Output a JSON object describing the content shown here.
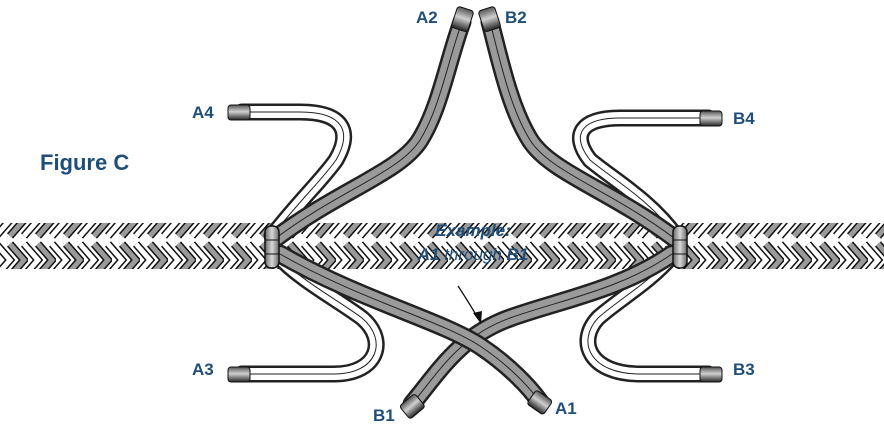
{
  "figure": {
    "title": "Figure C"
  },
  "labels": {
    "a1": "A1",
    "a2": "A2",
    "a3": "A3",
    "a4": "A4",
    "b1": "B1",
    "b2": "B2",
    "b3": "B3",
    "b4": "B4"
  },
  "example": {
    "heading": "Example:",
    "from": "A1",
    "middle": "through",
    "to": "B1"
  },
  "colors": {
    "label_text": "#1f4e79",
    "dark_strand": "#9a9a9a",
    "light_strand": "#ffffff",
    "outline": "#222222",
    "tip": "#2a2a2a"
  }
}
